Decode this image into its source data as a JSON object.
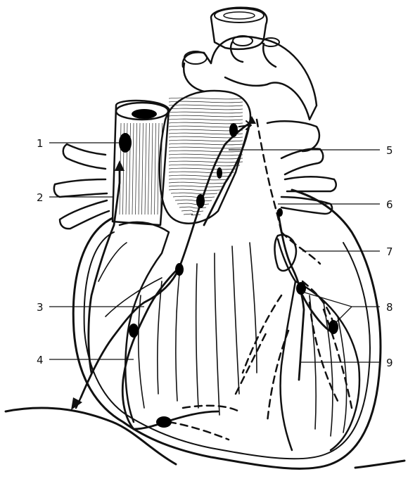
{
  "labels": [
    "1",
    "2",
    "3",
    "4",
    "5",
    "6",
    "7",
    "8",
    "9"
  ],
  "colors": {
    "ink": "#111111",
    "paper": "#ffffff"
  }
}
